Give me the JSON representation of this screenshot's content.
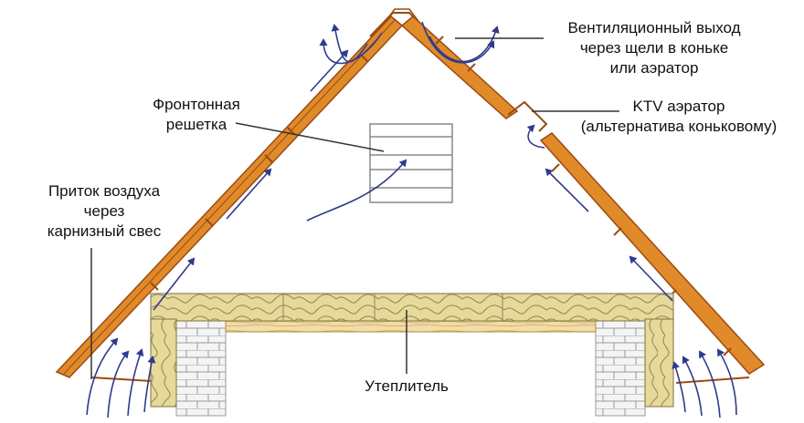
{
  "labels": {
    "vent_exit": [
      "Вентиляционный выход",
      "через щели в коньке",
      "или аэратор"
    ],
    "gable_grille": [
      "Фронтонная",
      "решетка"
    ],
    "ktv_aerator": [
      "KTV аэратор",
      "(альтернатива коньковому)"
    ],
    "air_inflow": [
      "Приток воздуха",
      "через",
      "карнизный свес"
    ],
    "insulation": "Утеплитель"
  },
  "colors": {
    "roof": "#e08a2a",
    "roof_edge": "#9b4a12",
    "insulation": "#e6d99a",
    "insulation_line": "#8f8652",
    "arrow": "#2f3a8c",
    "brick": "#f4f4f4",
    "brick_line": "#9a9a9a",
    "leader": "#333333"
  }
}
